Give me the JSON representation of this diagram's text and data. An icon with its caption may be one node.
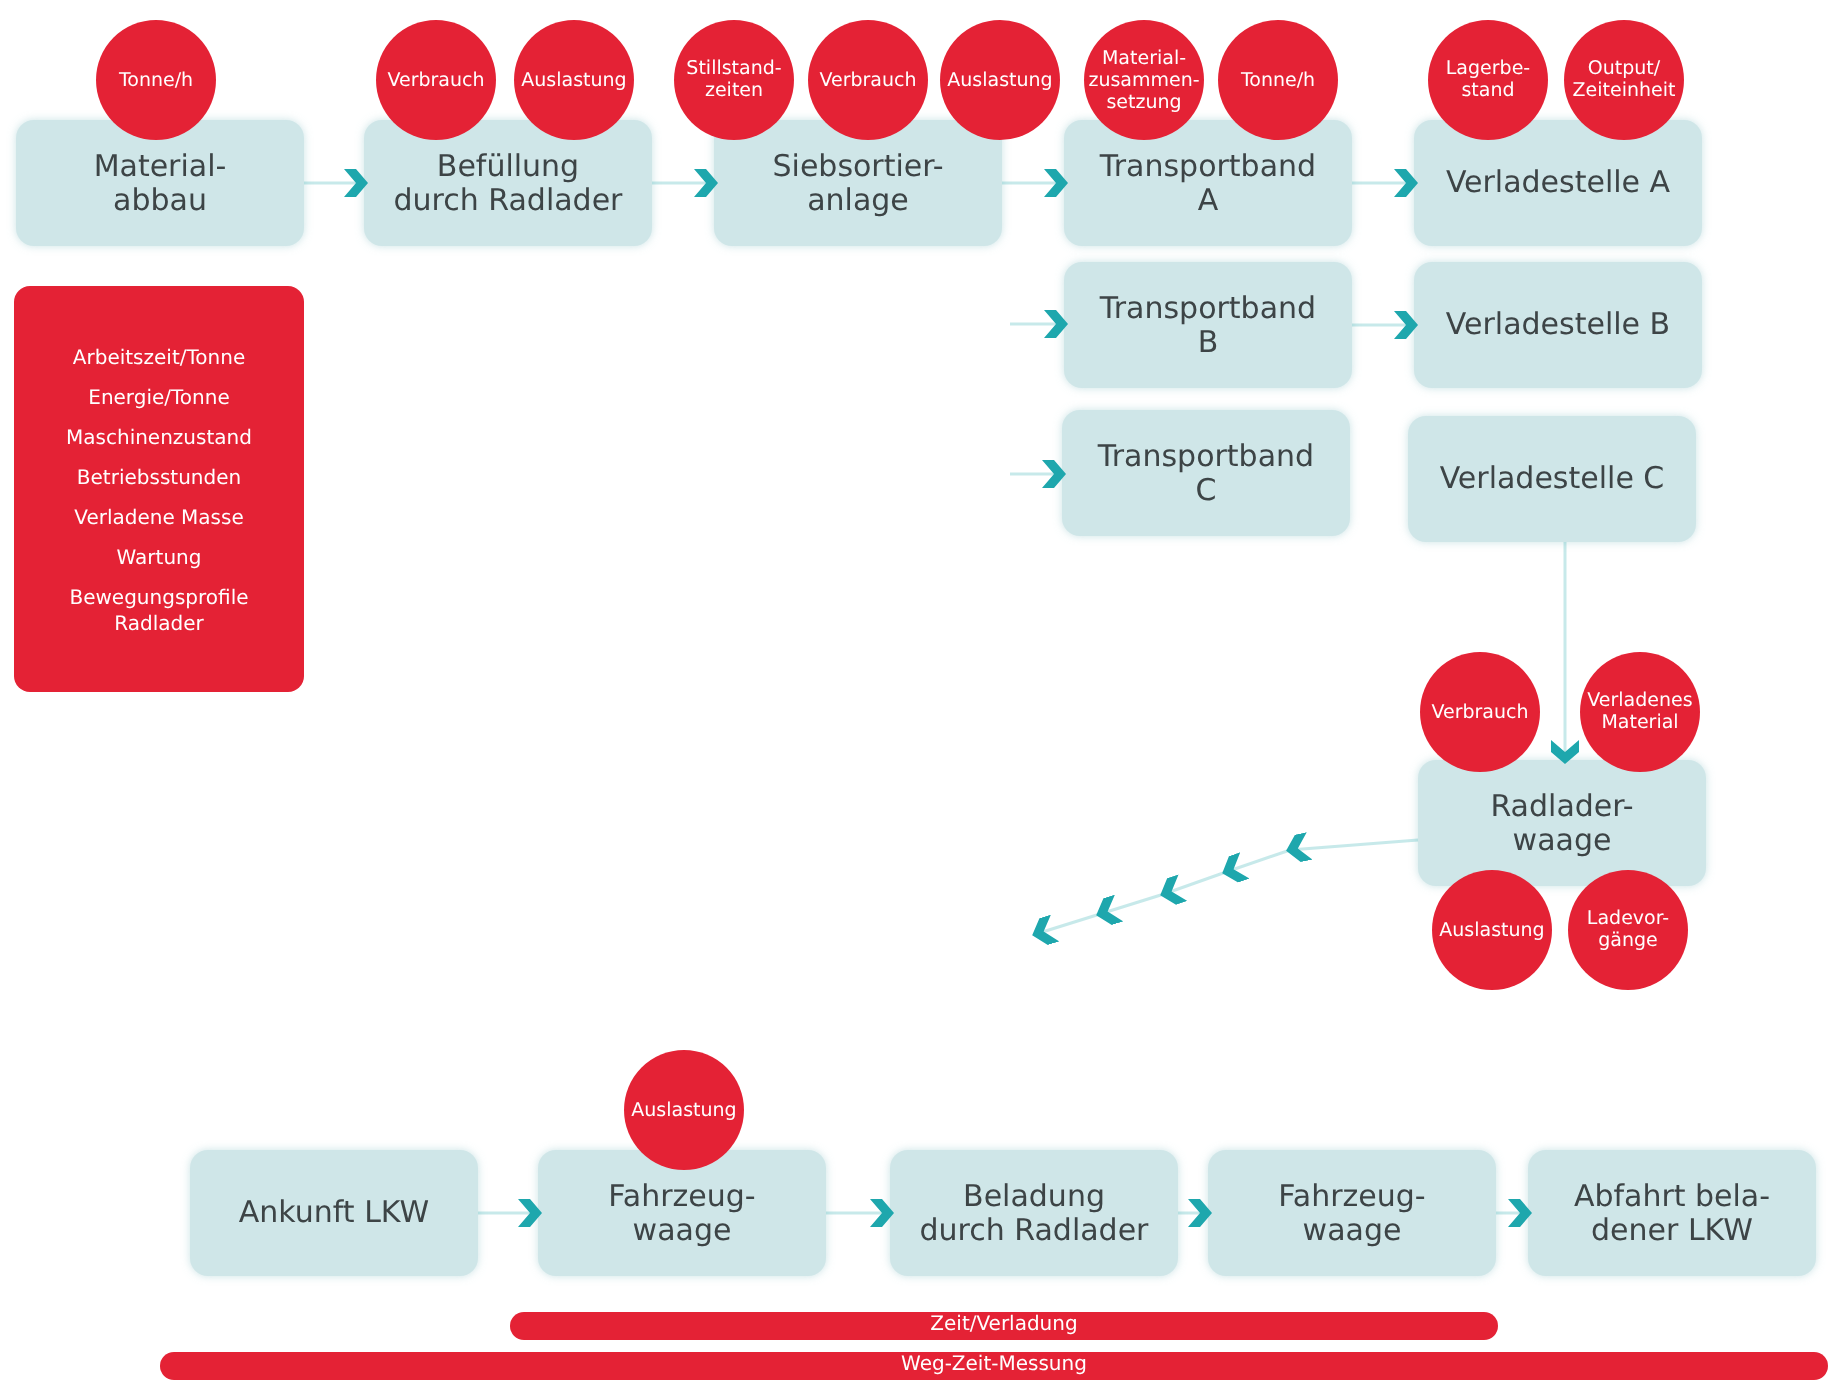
{
  "diagram": {
    "nodes": [
      {
        "text": [
          "Material- abbau"
        ]
      },
      {
        "text": [
          "Tonne/h"
        ]
      },
      {
        "text": [
          "Befüllung durch Radlader"
        ]
      },
      {
        "text": [
          "Verbrauch"
        ]
      },
      {
        "text": [
          "Auslastung"
        ]
      },
      {
        "text": [
          "Siebsortier- anlage"
        ]
      },
      {
        "text": [
          "Stillstand- zeiten"
        ]
      },
      {
        "text": [
          "Verbrauch"
        ]
      },
      {
        "text": [
          "Auslastung"
        ]
      },
      {
        "text": [
          "Transportband A"
        ]
      },
      {
        "text": [
          "Material- zusammen- setzung"
        ]
      },
      {
        "text": [
          "Tonne/h"
        ]
      },
      {
        "text": [
          "Verladestelle A"
        ]
      },
      {
        "text": [
          "Lagerbe- stand"
        ]
      },
      {
        "text": [
          "Output/ Zeiteinheit"
        ]
      },
      {
        "text": [
          "Arbeitszeit/Tonne",
          "Energie/Tonne",
          "Maschinenzustand",
          "Betriebsstunden",
          "Verladene Masse",
          "Wartung",
          "Bewegungsprofile Radlader"
        ]
      },
      {
        "text": [
          "Transportband B"
        ]
      },
      {
        "text": [
          "Verladestelle B"
        ]
      },
      {
        "text": [
          "Transportband C"
        ]
      },
      {
        "text": [
          "Verladestelle C"
        ]
      },
      {
        "text": [
          "Radlader- waage"
        ]
      },
      {
        "text": [
          "Verbrauch"
        ]
      },
      {
        "text": [
          "Verladenes Material"
        ]
      },
      {
        "text": [
          "Auslastung"
        ]
      },
      {
        "text": [
          "Ladevor- gänge"
        ]
      },
      {
        "text": [
          "Ankunft LKW"
        ]
      },
      {
        "text": [
          "Fahrzeug- waage"
        ]
      },
      {
        "text": [
          "Auslastung"
        ]
      },
      {
        "text": [
          "Beladung durch Radlader"
        ]
      },
      {
        "text": [
          "Fahrzeug- waage"
        ]
      },
      {
        "text": [
          "Abfahrt bela- dener LKW"
        ]
      },
      {
        "text": [
          "Zeit/Verladung"
        ]
      },
      {
        "text": [
          "Weg-Zeit-Messung"
        ]
      }
    ],
    "edges": [
      {
        "from": 0,
        "to": 2,
        "arrow": "to"
      },
      {
        "from": 2,
        "to": 5,
        "arrow": "to"
      },
      {
        "from": 5,
        "to": 9,
        "arrow": "to"
      },
      {
        "from": 9,
        "to": 12,
        "arrow": "to"
      },
      {
        "from": null,
        "to": 16,
        "arrow": "to"
      },
      {
        "from": 16,
        "to": 17,
        "arrow": "to"
      },
      {
        "from": null,
        "to": 18,
        "arrow": "to"
      },
      {
        "from": 19,
        "to": 20,
        "arrow": "to"
      },
      {
        "from": 20,
        "to": null,
        "arrow": "to"
      },
      {
        "from": 25,
        "to": 26,
        "arrow": "to"
      },
      {
        "from": 26,
        "to": 28,
        "arrow": "to"
      },
      {
        "from": 28,
        "to": 29,
        "arrow": "to"
      },
      {
        "from": 29,
        "to": 30,
        "arrow": "to"
      }
    ]
  }
}
